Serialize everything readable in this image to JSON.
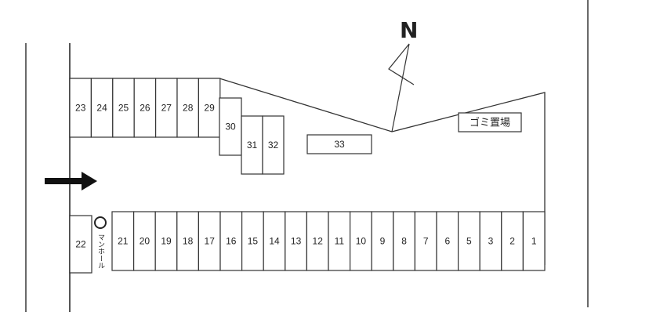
{
  "map": {
    "north_label": "N",
    "garbage_label": "ゴミ置場",
    "manhole_label": "マンホール",
    "entrance_arrow_icon": "arrow-right-icon",
    "top_row": [
      "23",
      "24",
      "25",
      "26",
      "27",
      "28",
      "29"
    ],
    "angled": [
      "30",
      "31",
      "32"
    ],
    "island": "33",
    "left_single": "22",
    "bottom_row": [
      "21",
      "20",
      "19",
      "18",
      "17",
      "16",
      "15",
      "14",
      "13",
      "12",
      "11",
      "10",
      "9",
      "8",
      "7",
      "6",
      "5",
      "3",
      "2",
      "1"
    ]
  }
}
